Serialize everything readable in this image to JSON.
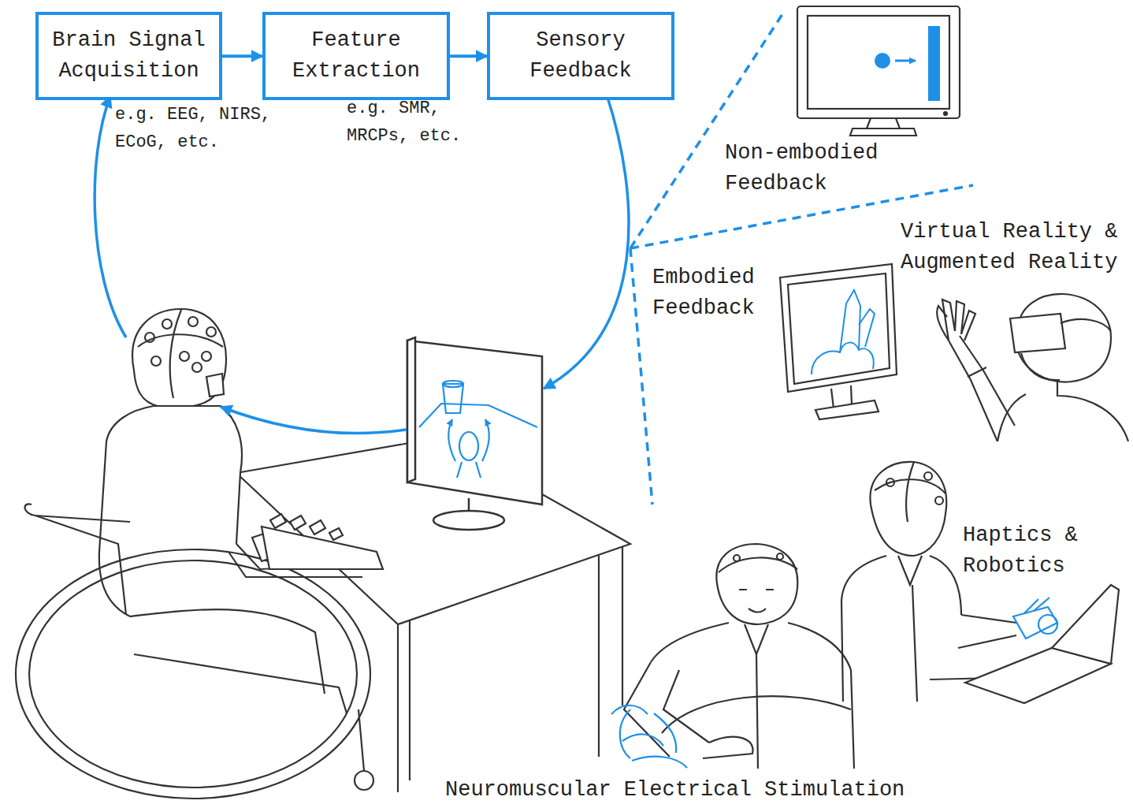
{
  "diagram": {
    "nodes": [
      {
        "text": [
          "Brain Signal Acquisition"
        ]
      },
      {
        "text": [
          "Feature Extraction"
        ]
      },
      {
        "text": [
          "Sensory Feedback"
        ]
      }
    ],
    "edges": [
      {
        "from": 0,
        "to": 1,
        "arrow": "to"
      },
      {
        "from": 1,
        "to": 2,
        "arrow": "to"
      }
    ],
    "labels": [
      "e.g. EEG, NIRS, ECoG, etc.",
      "e.g. SMR, MRCPs, etc.",
      "Non-embodied Feedback",
      "Embodied Feedback",
      "Virtual Reality & Augmented Reality",
      "Haptics & Robotics",
      "Neuromuscular Electrical Stimulation"
    ]
  }
}
